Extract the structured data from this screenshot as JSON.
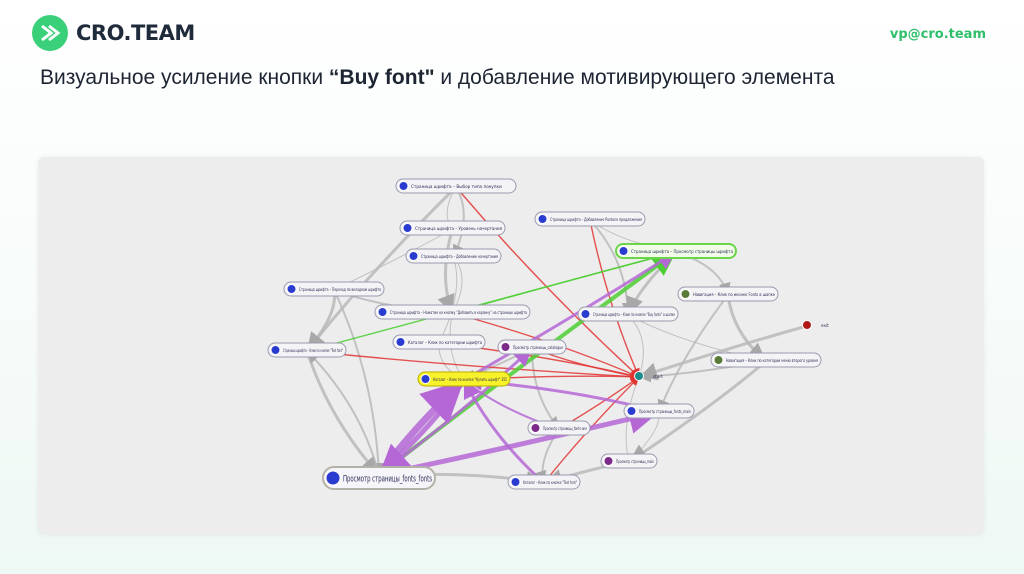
{
  "header": {
    "logo_text": "CRO.TEAM",
    "contact": "vp@cro.team"
  },
  "slide": {
    "title_part1": "Визуальное усиление кнопки ",
    "title_strong": "“Buy font\"",
    "title_part2": " и добавление мотивирующего элемента"
  },
  "graph": {
    "nodes": [
      {
        "id": "n1",
        "label": "Страница шрифта – Выбор типа покупки",
        "highlight": false,
        "color": "#2a3bd0"
      },
      {
        "id": "n2",
        "label": "Страница шрифта – Добавление Pantone предложения",
        "highlight": false,
        "color": "#2a3bd0"
      },
      {
        "id": "n3",
        "label": "Страница шрифта – Уровень начертания",
        "highlight": false,
        "color": "#2a3bd0"
      },
      {
        "id": "n4",
        "label": "Страница шрифта – Добавление начертания",
        "highlight": false,
        "color": "#2a3bd0"
      },
      {
        "id": "n5",
        "label": "Страница шрифта – Просмотр страницы шрифта",
        "highlight": "green",
        "color": "#2a3bd0"
      },
      {
        "id": "n6",
        "label": "Страница шрифта – Переход по вкладкам шрифта",
        "highlight": false,
        "color": "#2a3bd0"
      },
      {
        "id": "n7",
        "label": "Навигация – Клик по иконке Fonts в шапке",
        "highlight": false,
        "color": "#5a7a3a"
      },
      {
        "id": "n8",
        "label": "Страница шрифта – Нажатие на кнопку \"Добавить в корзину\" на странице шрифта",
        "highlight": false,
        "color": "#2a3bd0"
      },
      {
        "id": "n9",
        "label": "Страница шрифта – Клик по кнопке \"Buy fonts\" в шапке",
        "highlight": false,
        "color": "#2a3bd0"
      },
      {
        "id": "n10",
        "label": "exit",
        "highlight": false,
        "color": "#b01818"
      },
      {
        "id": "n11",
        "label": "Каталог – Клик по категории шрифта",
        "highlight": false,
        "color": "#2a3bd0"
      },
      {
        "id": "n12",
        "label": "Просмотр страницы_catalogue",
        "highlight": false,
        "color": "#7b2a8a"
      },
      {
        "id": "n13",
        "label": "Страница шрифта – Клик по кнопке \"Test font\"",
        "highlight": false,
        "color": "#2a3bd0"
      },
      {
        "id": "n14",
        "label": "Навигация – Клик по категории меню второго уровня",
        "highlight": false,
        "color": "#5a7a3a"
      },
      {
        "id": "n15",
        "label": "Каталог – Клик по кнопке \"Купить шрифт\" 355",
        "highlight": "yellow",
        "color": "#2a3bd0"
      },
      {
        "id": "n16",
        "label": "start",
        "highlight": false,
        "color": "#1a8a8a"
      },
      {
        "id": "n17",
        "label": "Просмотр страницы_fonts_main",
        "highlight": false,
        "color": "#2a3bd0"
      },
      {
        "id": "n18",
        "label": "Просмотр страницы_fonts-one",
        "highlight": false,
        "color": "#7b2a8a"
      },
      {
        "id": "n19",
        "label": "Просмотр страницы_main",
        "highlight": false,
        "color": "#7b2a8a"
      },
      {
        "id": "n20",
        "label": "Просмотр страницы_fonts_fonts",
        "highlight": "main",
        "color": "#2a3bd0"
      },
      {
        "id": "n21",
        "label": "Каталог – Клик по кнопке \"Test font\"",
        "highlight": false,
        "color": "#2a3bd0"
      }
    ]
  }
}
